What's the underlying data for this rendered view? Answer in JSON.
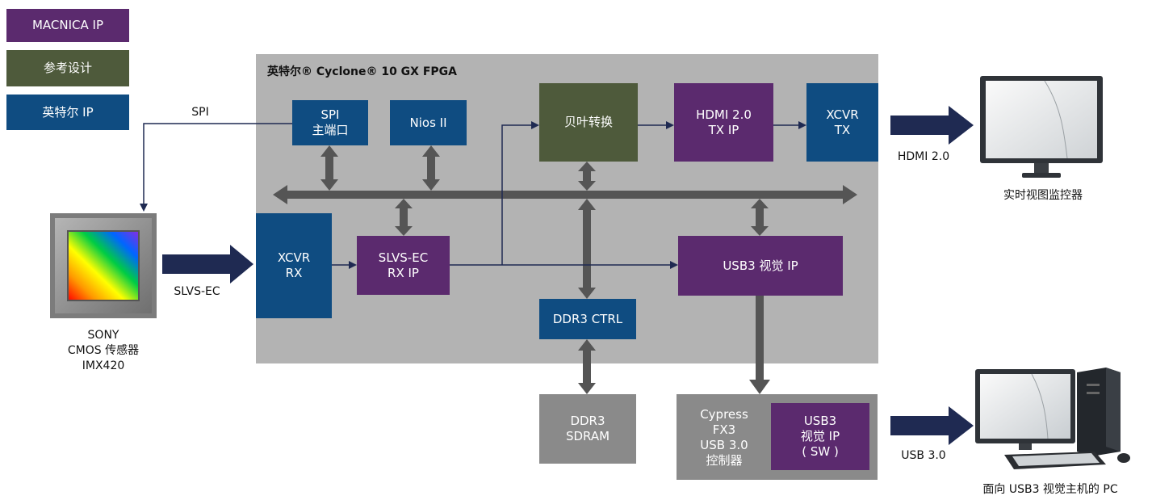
{
  "legend": {
    "macnica_ip": "MACNICA IP",
    "reference_design": "参考设计",
    "intel_ip": "英特尔 IP"
  },
  "fpga": {
    "title": "英特尔® Cyclone® 10 GX FPGA"
  },
  "blocks": {
    "spi_master": "SPI\n主端口",
    "nios": "Nios II",
    "bayer": "贝叶转换",
    "hdmi_tx_ip": "HDMI 2.0\nTX IP",
    "xcvr_tx": "XCVR\nTX",
    "xcvr_rx": "XCVR\nRX",
    "slvs_ec_rx_ip": "SLVS-EC\nRX IP",
    "usb3_vision_ip": "USB3 视觉 IP",
    "ddr3_ctrl": "DDR3 CTRL",
    "ddr3_sdram": "DDR3\nSDRAM",
    "cypress": "Cypress\nFX3\nUSB 3.0\n控制器",
    "usb3_vision_sw": "USB3\n视觉 IP\n( SW )"
  },
  "labels": {
    "spi": "SPI",
    "slvs_ec": "SLVS-EC",
    "sensor": "SONY\nCMOS 传感器\nIMX420",
    "hdmi": "HDMI 2.0",
    "monitor": "实时视图监控器",
    "usb": "USB 3.0",
    "pc": "面向 USB3 视觉主机的 PC"
  },
  "colors": {
    "macnica_ip": "#5b2a6e",
    "reference_design": "#4e5a3b",
    "intel_ip": "#0f4c81",
    "fpga_region": "#b3b3b3",
    "external": "#8a8a8a",
    "bus": "#555555",
    "flow_arrow": "#1f2a52"
  },
  "icons": [
    "cmos-sensor-icon",
    "monitor-icon",
    "desktop-pc-icon"
  ]
}
